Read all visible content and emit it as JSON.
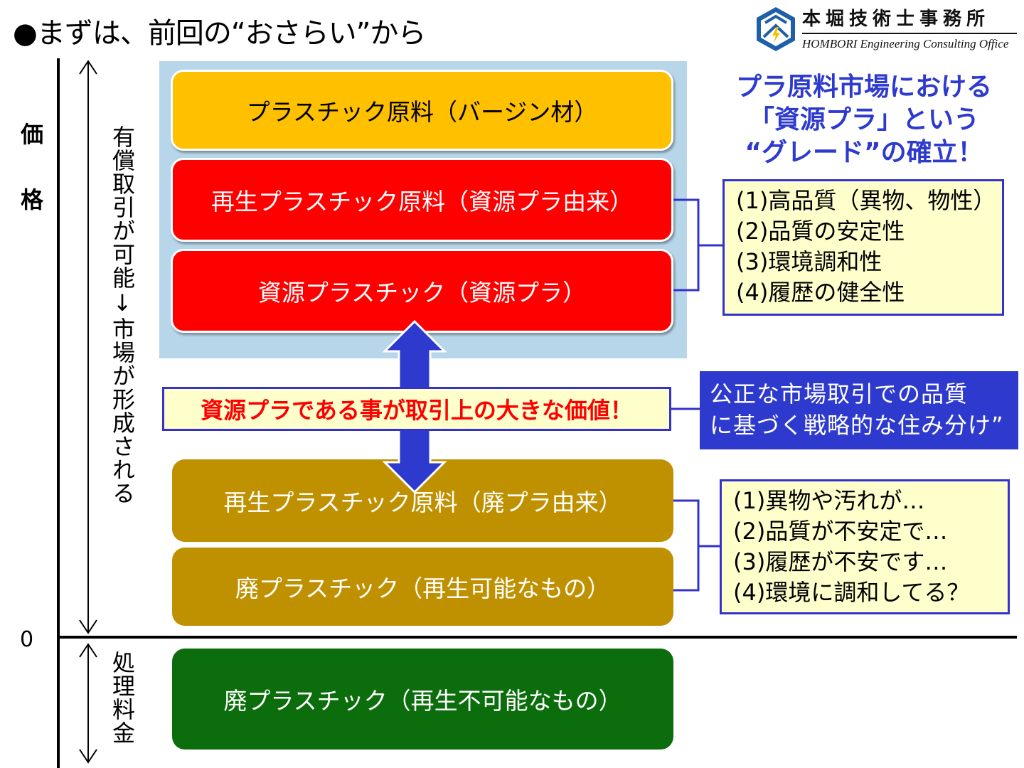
{
  "title": "●まずは、前回の“おさらい”から",
  "logo": {
    "icon": "hombori-logo-icon",
    "name_ja": "本堀技術士事務所",
    "name_en": "HOMBORI Engineering Consulting Office"
  },
  "axis": {
    "y_label": "価格",
    "zero_label": "0",
    "positive_range_label": "有償取引が可能↓市場が形成される",
    "negative_range_label": "処理料金"
  },
  "categories": {
    "virgin": "プラスチック原料（バージン材）",
    "recycled_from_resource": "再生プラスチック原料（資源プラ由来）",
    "resource_plastic": "資源プラスチック（資源プラ）",
    "recycled_from_waste": "再生プラスチック原料（廃プラ由来）",
    "waste_recyclable": "廃プラスチック（再生可能なもの）",
    "waste_non_recyclable": "廃プラスチック（再生不可能なもの）"
  },
  "value_callout": "資源プラである事が取引上の大きな価値！",
  "grade_heading": [
    "プラ原料市場における",
    "「資源プラ」という",
    "“グレード”の確立！"
  ],
  "good_qualities": [
    "(1)高品質（異物、物性）",
    "(2)品質の安定性",
    "(3)環境調和性",
    "(4)履歴の健全性"
  ],
  "bad_qualities": [
    "(1)異物や汚れが…",
    "(2)品質が不安定で…",
    "(3)履歴が不安です…",
    "(4)環境に調和してる？"
  ],
  "fair_trade": [
    "公正な市場取引での品質",
    "に基づく戦略的な住み分け”"
  ],
  "colors": {
    "virgin": "#ffc000",
    "resource": "#ff0000",
    "waste": "#bf9000",
    "non_recyclable": "#0b6d0b",
    "accent_blue": "#2e3acd",
    "zone": "#b8d6ea",
    "callout_fill": "#ffffcc"
  }
}
